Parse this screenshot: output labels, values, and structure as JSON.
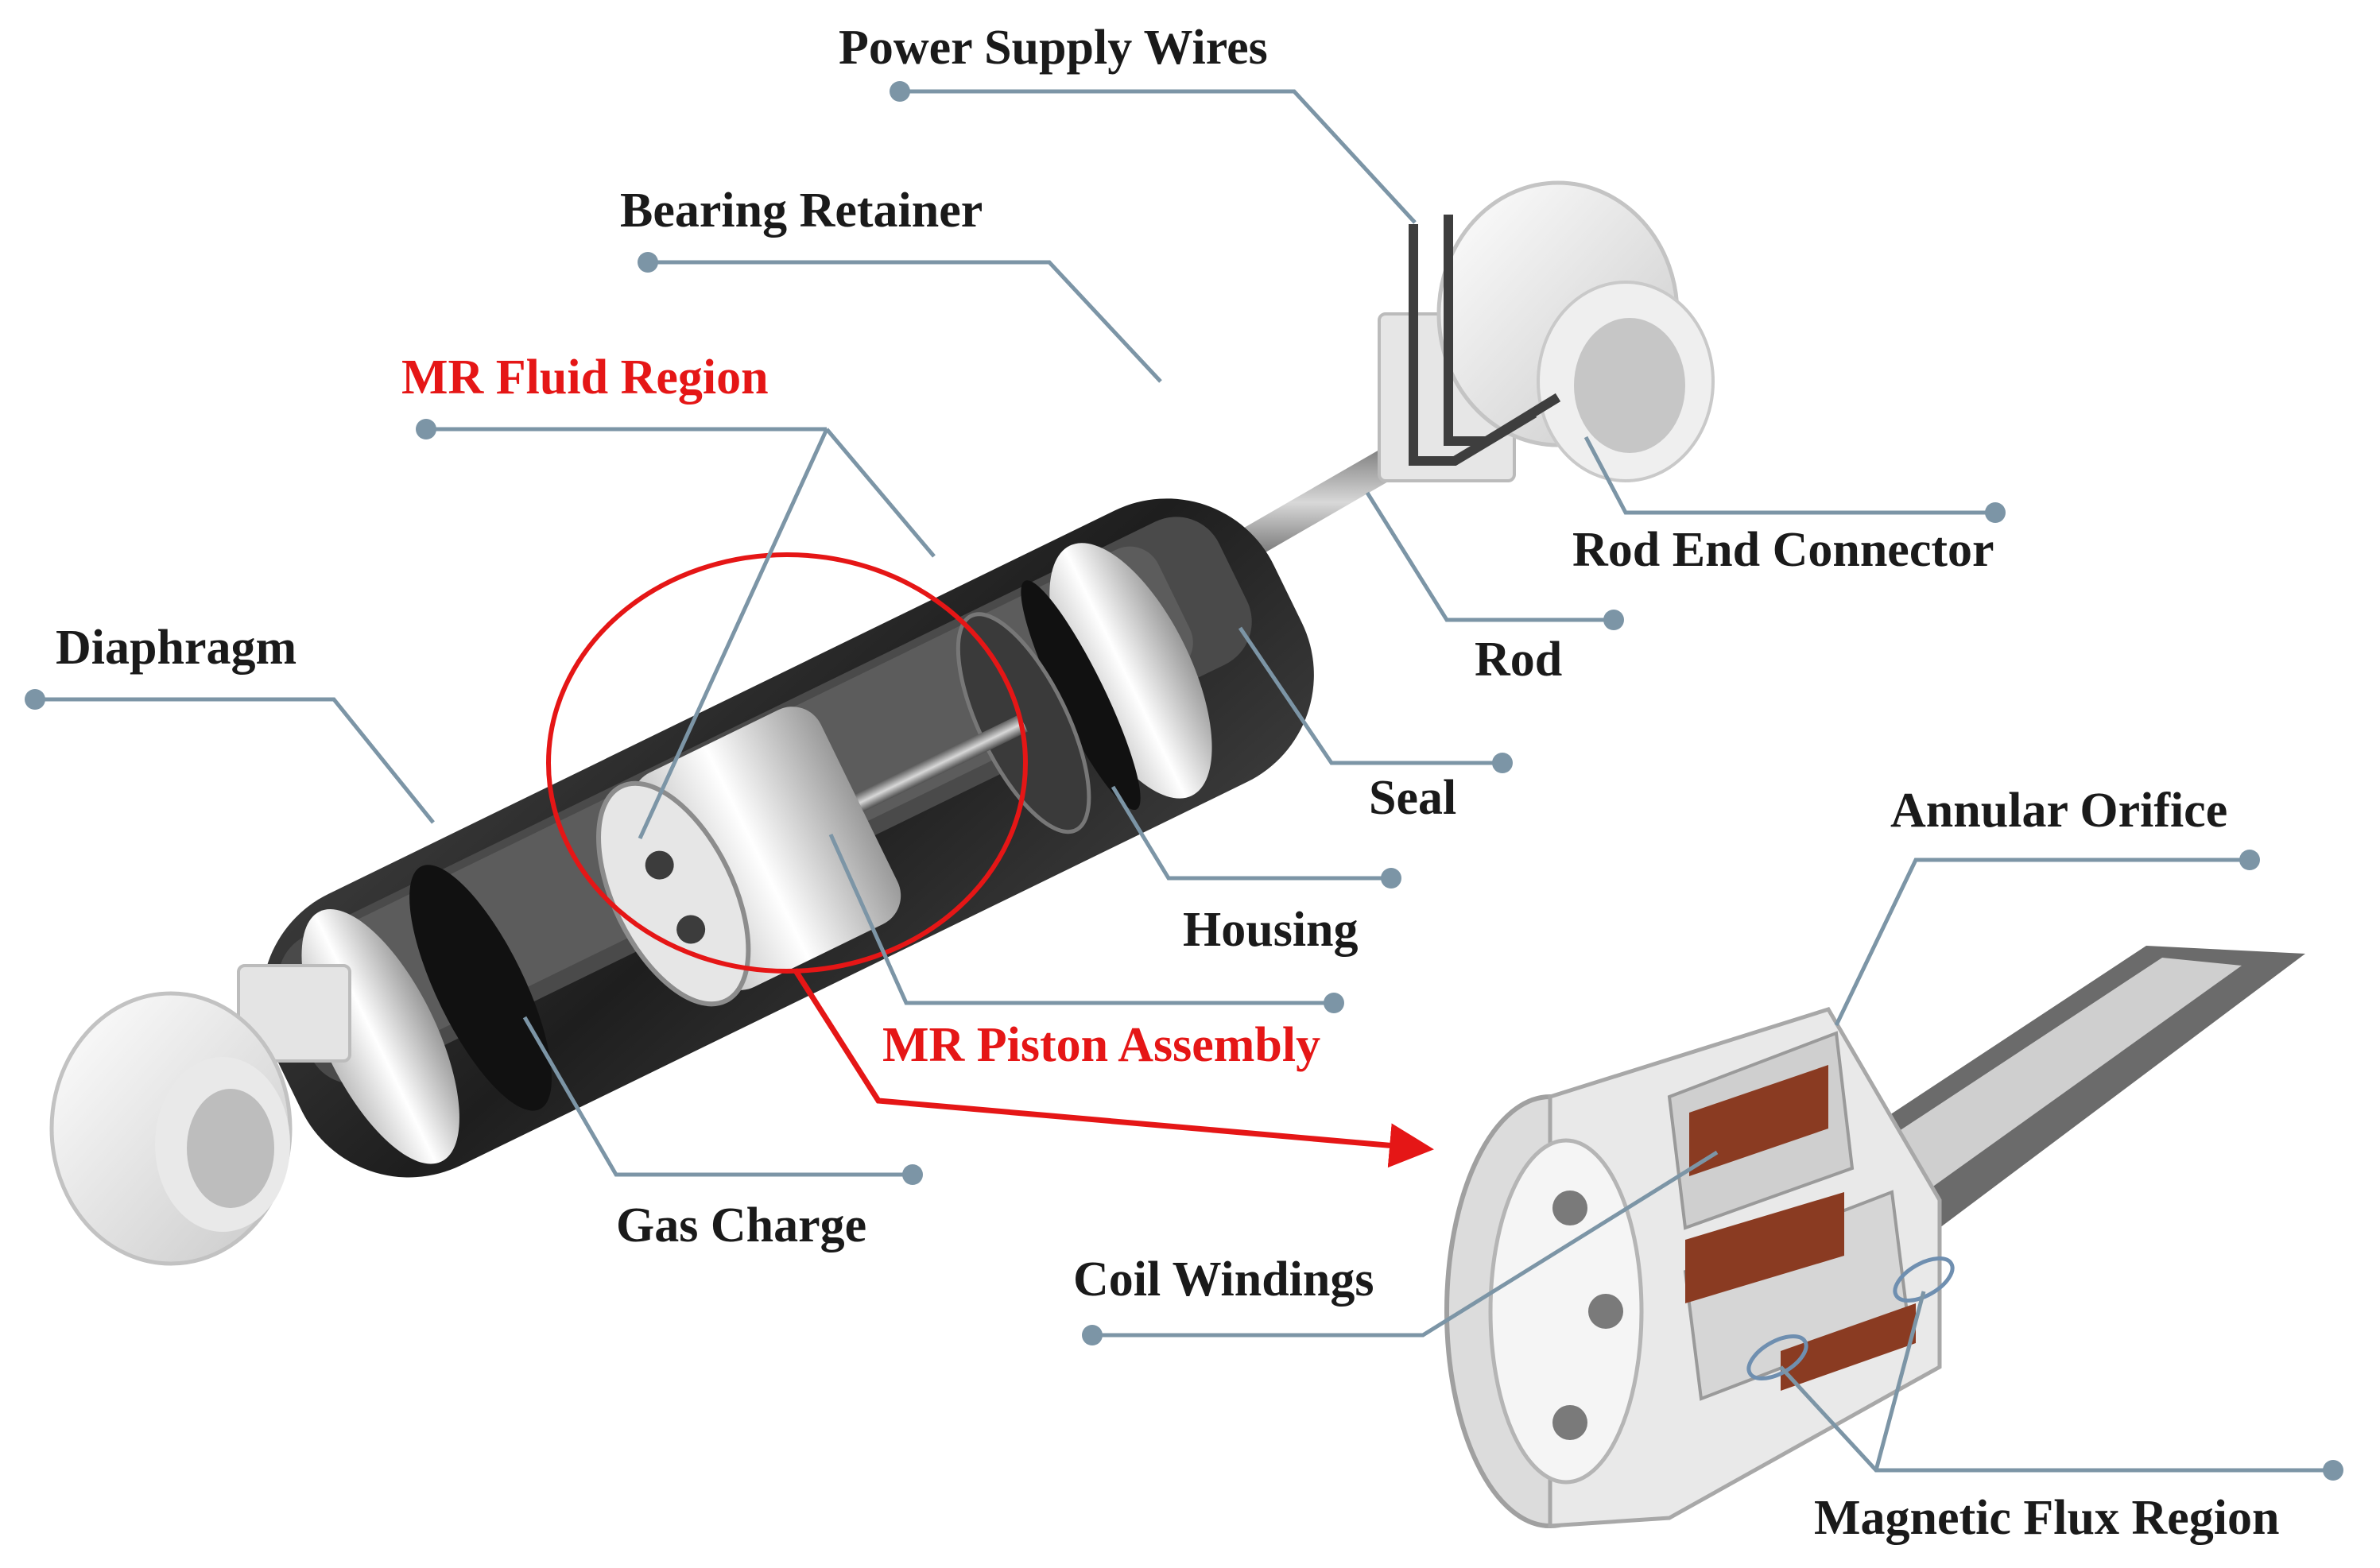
{
  "labels": {
    "power_supply_wires": "Power Supply Wires",
    "bearing_retainer": "Bearing Retainer",
    "mr_fluid_region": "MR Fluid Region",
    "rod_end_connector": "Rod End Connector",
    "diaphragm": "Diaphragm",
    "rod": "Rod",
    "seal": "Seal",
    "annular_orifice": "Annular Orifice",
    "housing": "Housing",
    "mr_piston_assembly": "MR Piston Assembly",
    "gas_charge": "Gas Charge",
    "coil_windings": "Coil Windings",
    "magnetic_flux_region": "Magnetic Flux Region"
  },
  "colors": {
    "leader_line": "#7c95a6",
    "highlight": "#e51616",
    "label_text": "#1a1a1a",
    "housing": "#2b2b2b",
    "coil": "#8a3b22"
  }
}
